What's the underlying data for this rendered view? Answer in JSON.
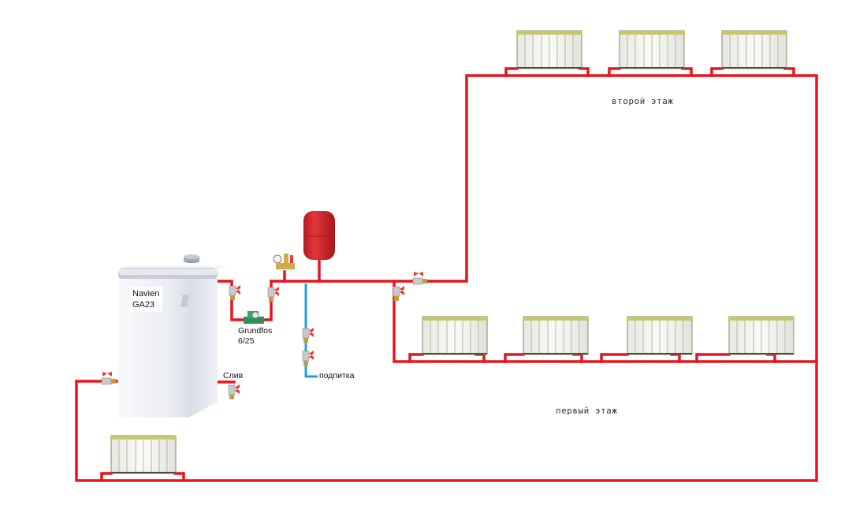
{
  "title": "Схема отопления двухэтажного дома",
  "colors": {
    "supply_pipe": "#e8141c",
    "makeup_pipe": "#1ba1e2",
    "tank": "#d8262a",
    "radiator_body": "#f2f2ee",
    "radiator_top": "#c6c86a",
    "valve_handle": "#e23c3c",
    "valve_body": "#c9c9c9",
    "brass": "#c99a3a",
    "pump": "#2f8f5a",
    "boiler": "#eceef4"
  },
  "labels": {
    "boiler_model_line1": "Navien",
    "boiler_model_line2": "GA23",
    "pump_line1": "Grundfos",
    "pump_line2": "6/25",
    "drain": "Слив",
    "makeup": "подпитка",
    "floor2": "второй этаж",
    "floor1": "первый этаж"
  },
  "components": {
    "boiler": {
      "label": "Navien GA23"
    },
    "pump": {
      "label": "Grundfos 6/25"
    },
    "expansion_tank": {
      "label": "expansion-tank"
    },
    "safety_group": {
      "label": "safety-group"
    },
    "floor2_radiators": 3,
    "floor1_radiators": 4,
    "boiler_room_radiators": 1,
    "valves": [
      "pump-inlet-valve",
      "pump-outlet-valve",
      "makeup-valve",
      "makeup-check-valve",
      "floor1-valve",
      "floor2-valve",
      "return-valve",
      "drain-valve"
    ]
  }
}
